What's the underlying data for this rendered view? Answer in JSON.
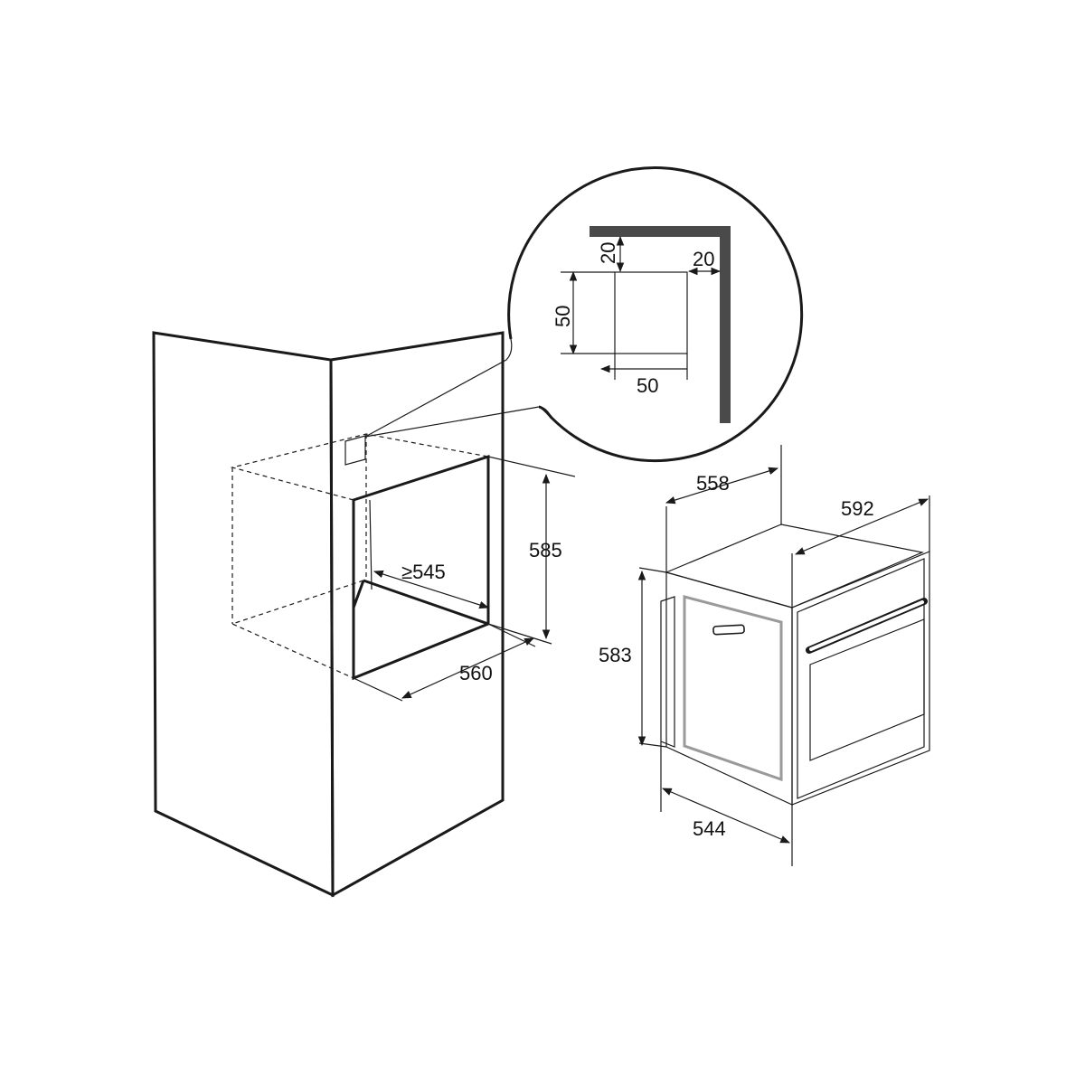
{
  "colors": {
    "wall": "#d9d9d9",
    "line": "#1a1a1a",
    "square": "#8c8c8c",
    "corner_profile": "#4a4a4a",
    "oven_window": "#8e8e8e",
    "oven_side": "#e0e0e0"
  },
  "cabinet": {
    "height_label": "585",
    "width_label": "560",
    "depth_label": "≥545"
  },
  "detail": {
    "top_gap_label": "20",
    "side_gap_label": "20",
    "square_height_label": "50",
    "square_width_label": "50"
  },
  "oven": {
    "top_depth_label": "558",
    "front_width_label": "592",
    "height_label": "583",
    "body_depth_label": "544"
  }
}
